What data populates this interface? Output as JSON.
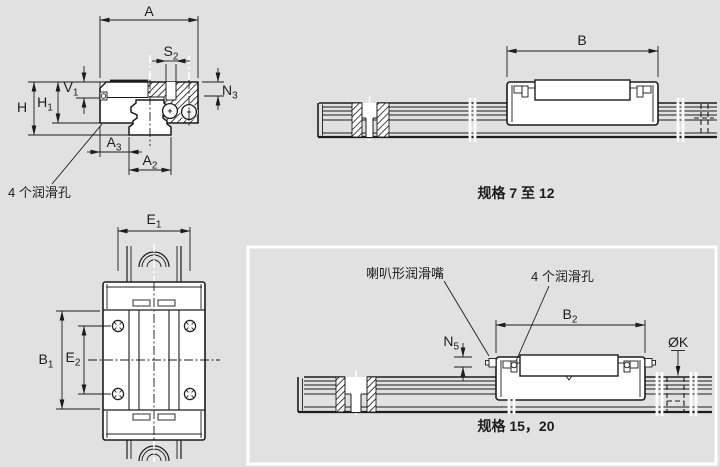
{
  "colors": {
    "bg": "#e1e1e1",
    "ink": "#1c1c1c",
    "panel": "#ffffff"
  },
  "cross_section": {
    "labels": {
      "A": {
        "b": "A",
        "s": ""
      },
      "S2": {
        "b": "S",
        "s": "2"
      },
      "N3": {
        "b": "N",
        "s": "3"
      },
      "H": {
        "b": "H",
        "s": ""
      },
      "H1": {
        "b": "H",
        "s": "1"
      },
      "V1": {
        "b": "V",
        "s": "1"
      },
      "A3": {
        "b": "A",
        "s": "3"
      },
      "A2": {
        "b": "A",
        "s": "2"
      }
    },
    "annotation": "4 个润滑孔"
  },
  "side_view_small": {
    "labels": {
      "B": {
        "b": "B",
        "s": ""
      }
    },
    "caption": "规格 7 至 12"
  },
  "top_view": {
    "labels": {
      "E1": {
        "b": "E",
        "s": "1"
      },
      "B1": {
        "b": "B",
        "s": "1"
      },
      "E2": {
        "b": "E",
        "s": "2"
      }
    }
  },
  "side_view_large": {
    "labels": {
      "B2": {
        "b": "B",
        "s": "2"
      },
      "N5": {
        "b": "N",
        "s": "5"
      },
      "K": {
        "b": "ØK",
        "s": ""
      }
    },
    "annotations": {
      "nipple": "喇叭形润滑嘴",
      "holes": "4 个润滑孔"
    },
    "caption": "规格 15，20"
  }
}
